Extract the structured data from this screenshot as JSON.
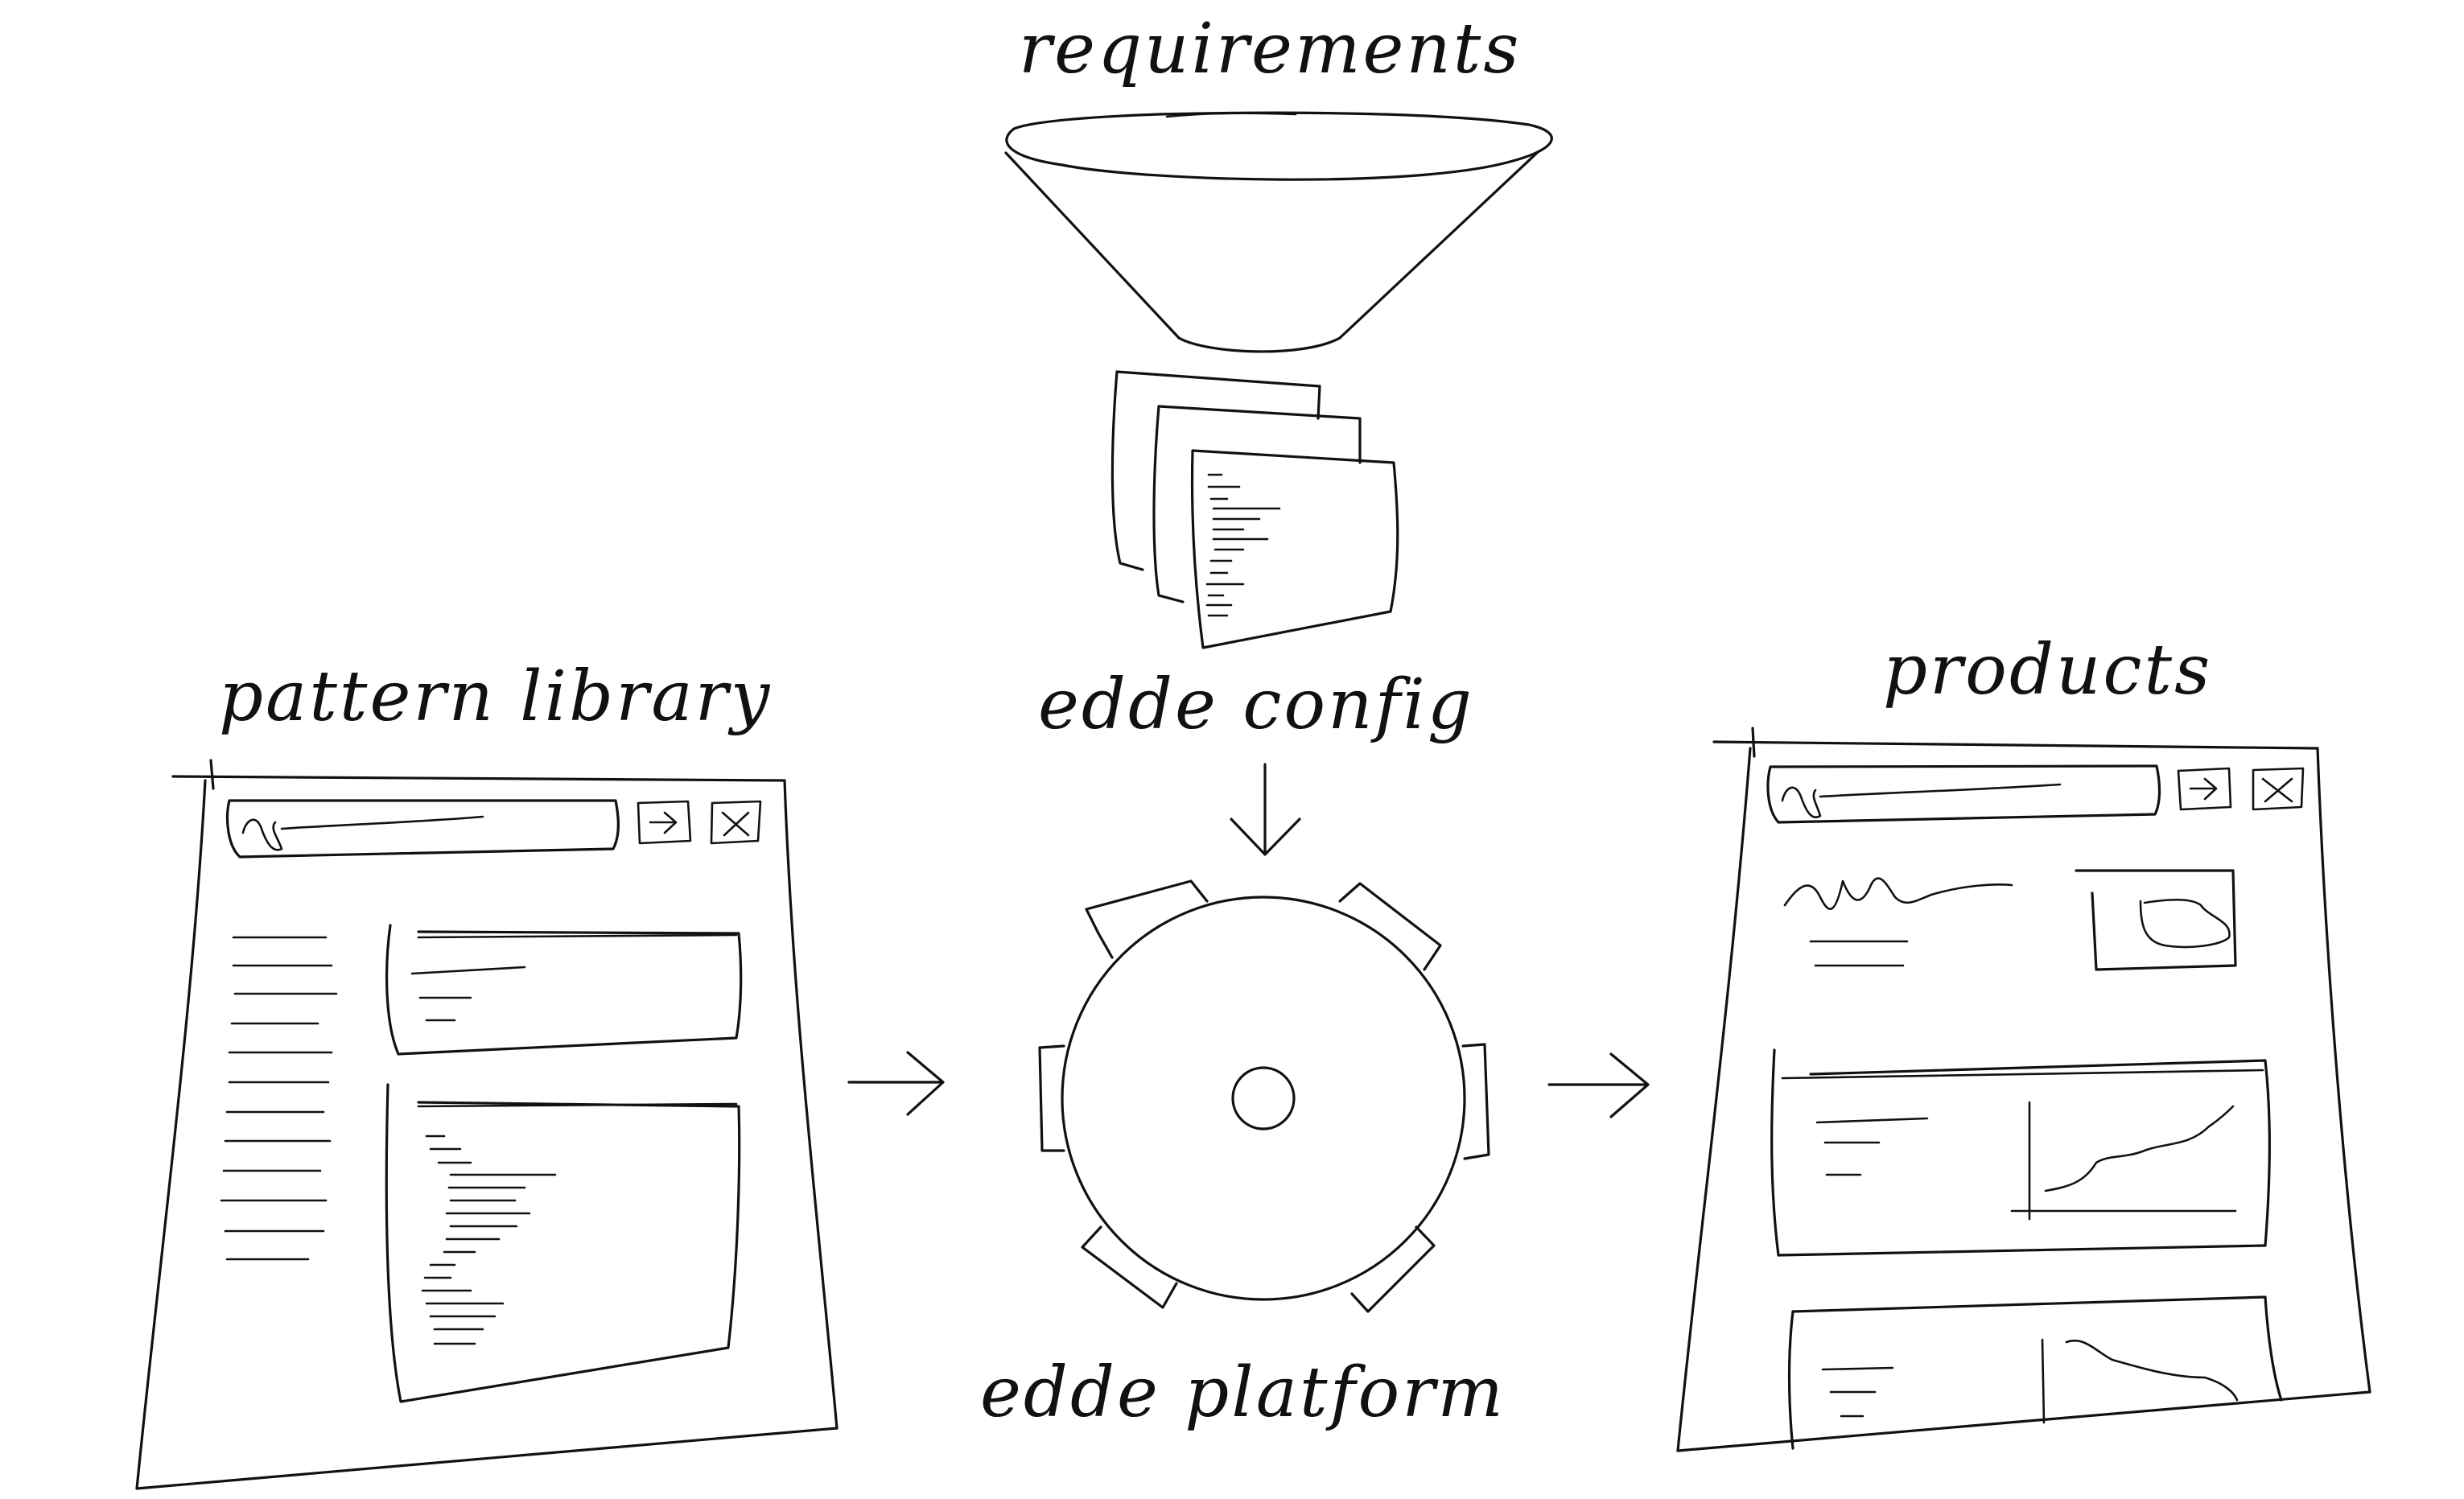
{
  "labels": {
    "requirements": "requirements",
    "edde_config": "edde config",
    "pattern_library": "pattern library",
    "edde_platform": "edde platform",
    "products": "products"
  },
  "colors": {
    "ink": "#111111",
    "background": "#ffffff"
  },
  "icons": {
    "funnel": "funnel-icon",
    "config_stack": "document-stack-icon",
    "gear": "gear-icon",
    "browser_window": "browser-window-icon",
    "arrow": "arrow-icon"
  }
}
